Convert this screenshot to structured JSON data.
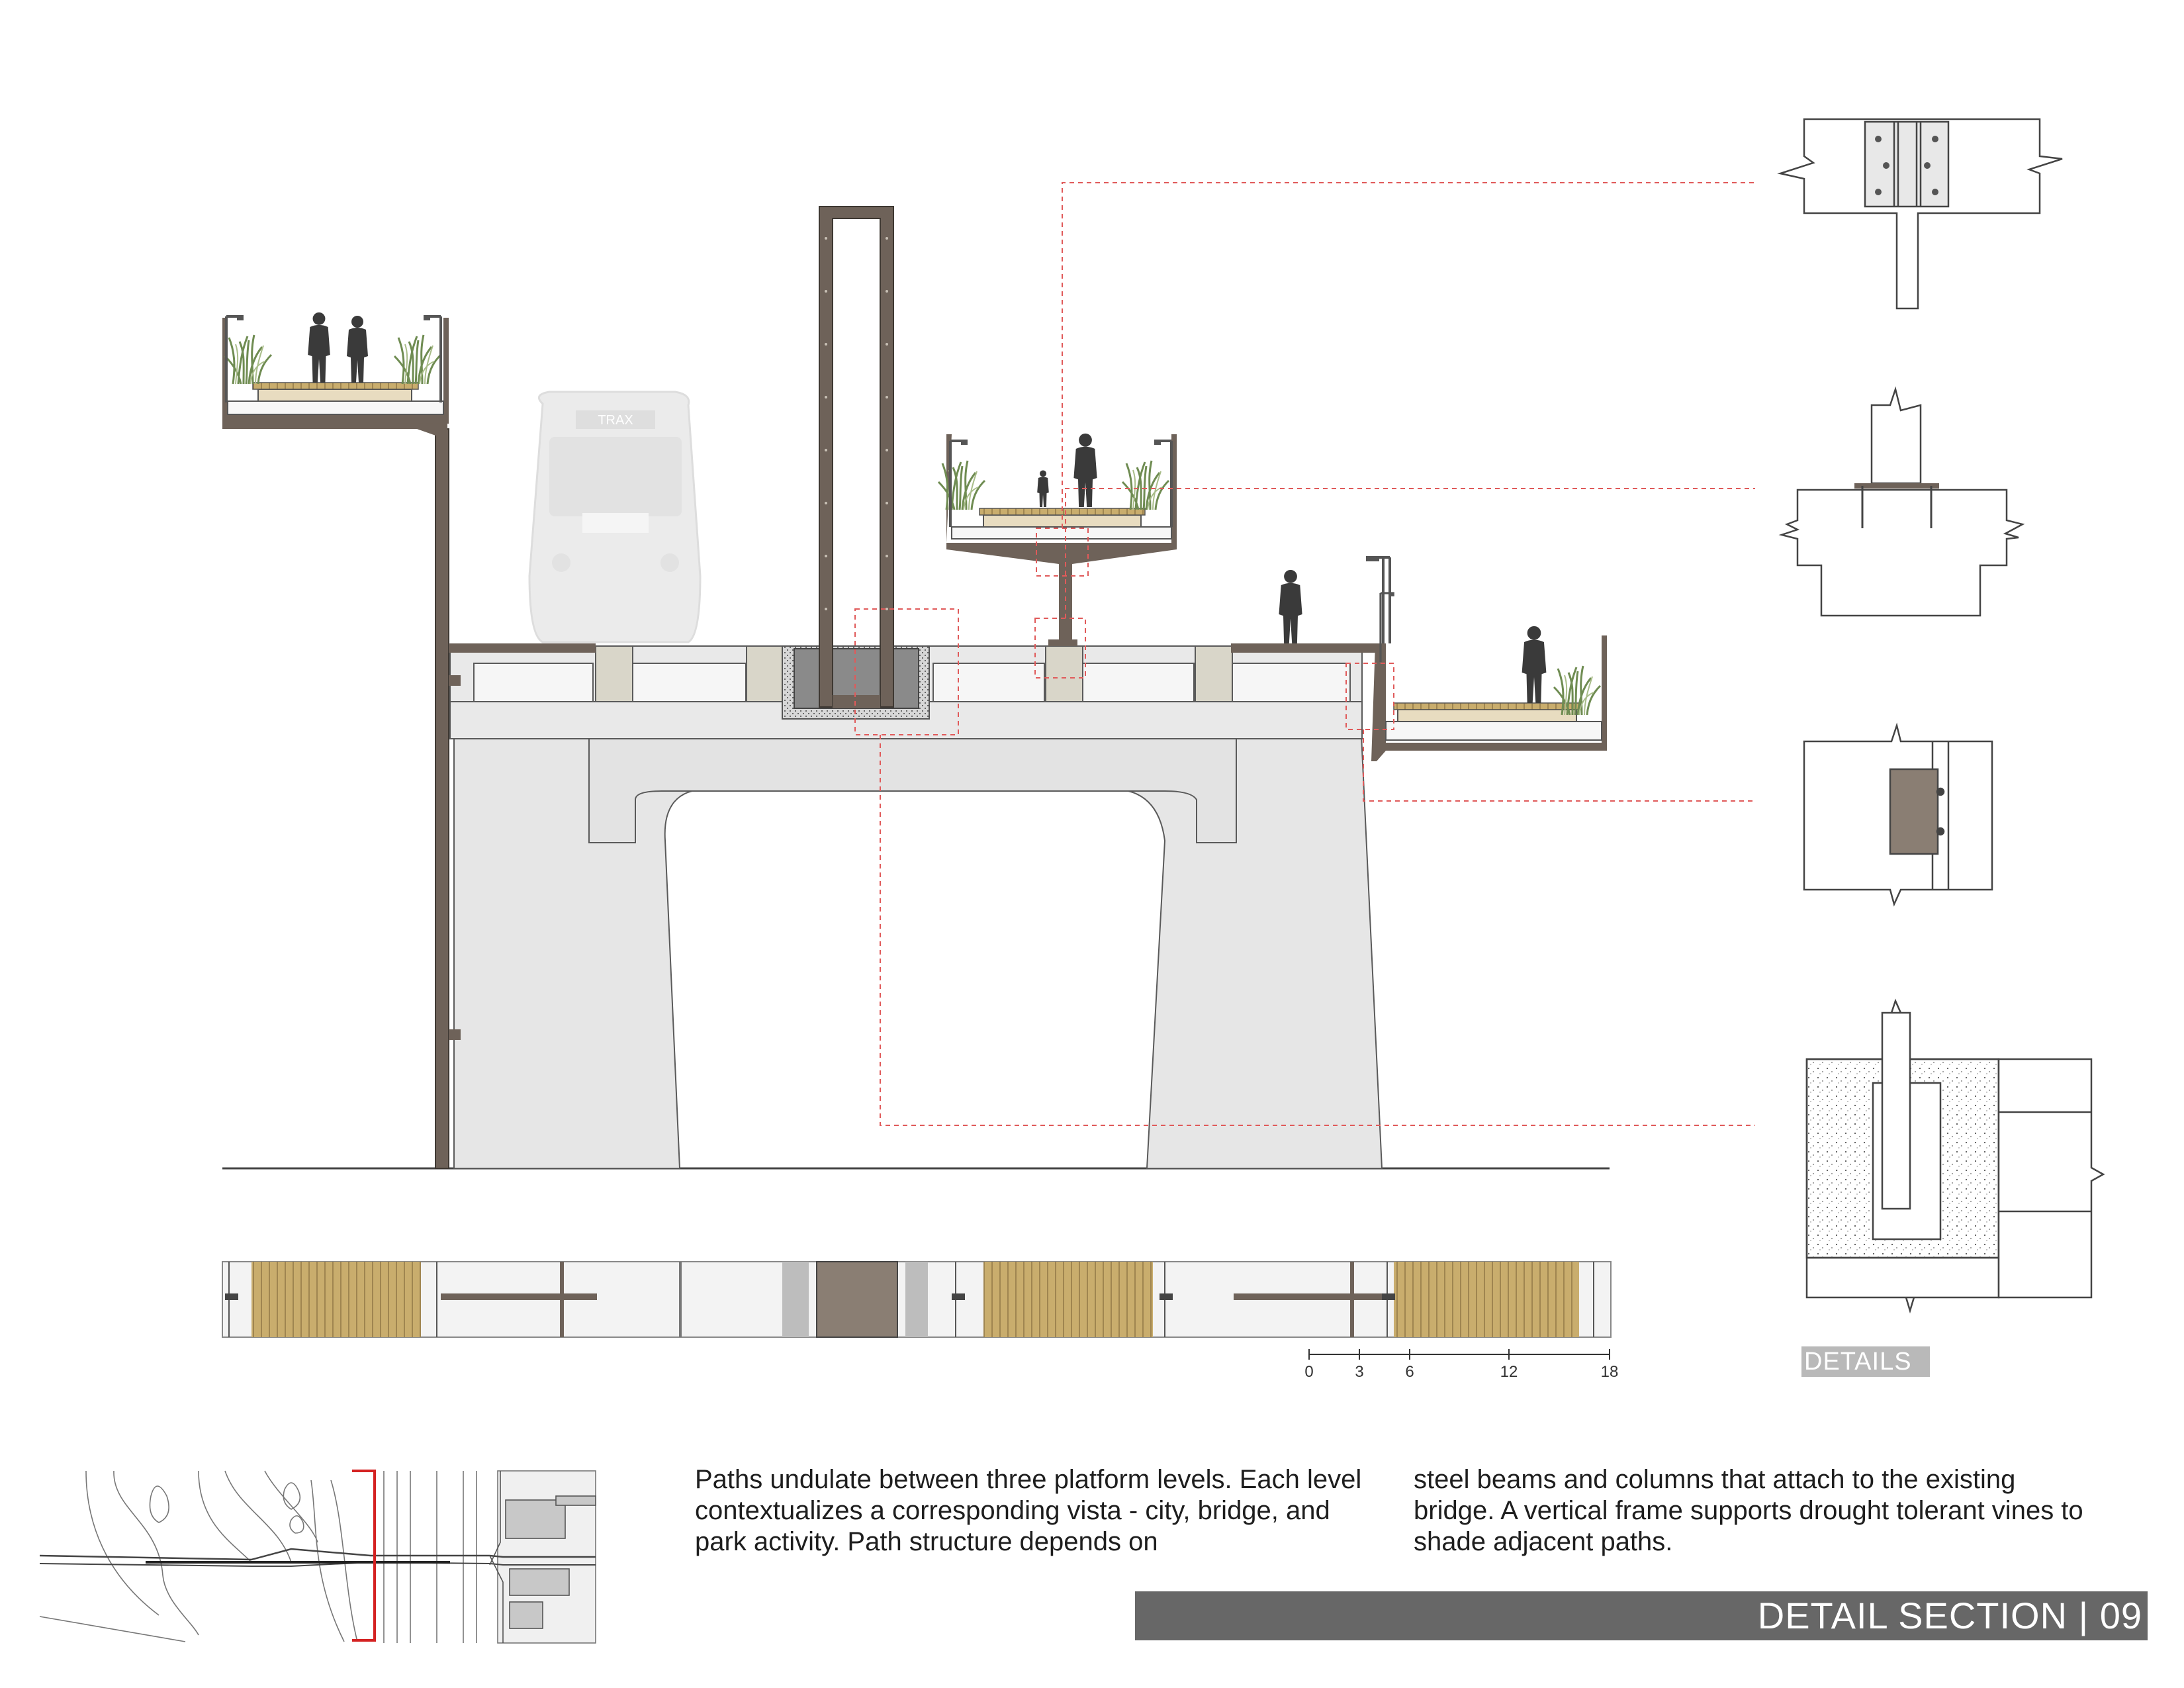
{
  "train": {
    "destination_sign": "TRAX"
  },
  "scale_bar": {
    "ticks": [
      "0",
      "3",
      "6",
      "12",
      "18"
    ]
  },
  "details_label": "DETAILS",
  "description": {
    "column1": "Paths undulate between three platform levels.  Each level contextualizes a corresponding vista - city, bridge, and park activity.  Path structure depends on",
    "column2": "steel beams and columns that attach to the existing bridge.  A vertical frame supports drought tolerant vines to shade adjacent paths."
  },
  "title_bar": {
    "text": "DETAIL SECTION | 09"
  },
  "colors": {
    "steel_brown": "#6e6259",
    "concrete": "#e6e6e6",
    "wood_deck": "#c7ac6c",
    "leader_red": "#e05a5a",
    "title_bar_gray": "#676767",
    "silhouette": "#3a3a3a"
  },
  "icons": [
    "person-silhouette",
    "grass-planter",
    "light-post",
    "light-rail-train"
  ]
}
